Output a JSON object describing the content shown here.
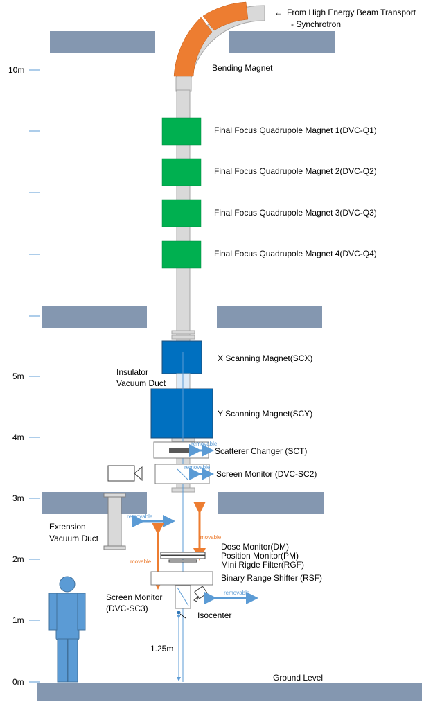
{
  "source": {
    "arrow": "←",
    "line1": "From High Energy Beam Transport",
    "line2": "- Synchrotron"
  },
  "bending_magnet": "Bending Magnet",
  "quads": [
    "Final Focus Quadrupole Magnet 1(DVC-Q1)",
    "Final Focus Quadrupole Magnet 2(DVC-Q2)",
    "Final Focus Quadrupole Magnet 3(DVC-Q3)",
    "Final Focus Quadrupole Magnet 4(DVC-Q4)"
  ],
  "scx": "X Scanning Magnet(SCX)",
  "scy": "Y Scanning Magnet(SCY)",
  "insulator": {
    "line1": "Insulator",
    "line2": "Vacuum Duct"
  },
  "sct": "Scatterer Changer (SCT)",
  "sc2": "Screen Monitor (DVC-SC2)",
  "extension": {
    "line1": "Extension",
    "line2": "Vacuum Duct"
  },
  "dm": "Dose Monitor(DM)",
  "pm": "Position Monitor(PM)",
  "rgf": "Mini Rigde Filter(RGF)",
  "rsf": "Binary Range Shifter (RSF)",
  "sc3": {
    "line1": "Screen Monitor",
    "line2": "(DVC-SC3)"
  },
  "isocenter": "Isocenter",
  "iso_height": "1.25m",
  "ground": "Ground Level",
  "tags": {
    "removable": "removable",
    "movable": "movable"
  },
  "axis": {
    "10": "10m",
    "5": "5m",
    "4": "4m",
    "3": "3m",
    "2": "2m",
    "1": "1m",
    "0": "0m"
  },
  "colors": {
    "slab": "#8497b0",
    "bend": "#ed7d31",
    "quad": "#00b050",
    "scan": "#0070c0",
    "pipe": "#d9d9d9",
    "arrow_blue": "#5b9bd5",
    "arrow_orange": "#ed7d31",
    "person": "#5b9bd5"
  }
}
